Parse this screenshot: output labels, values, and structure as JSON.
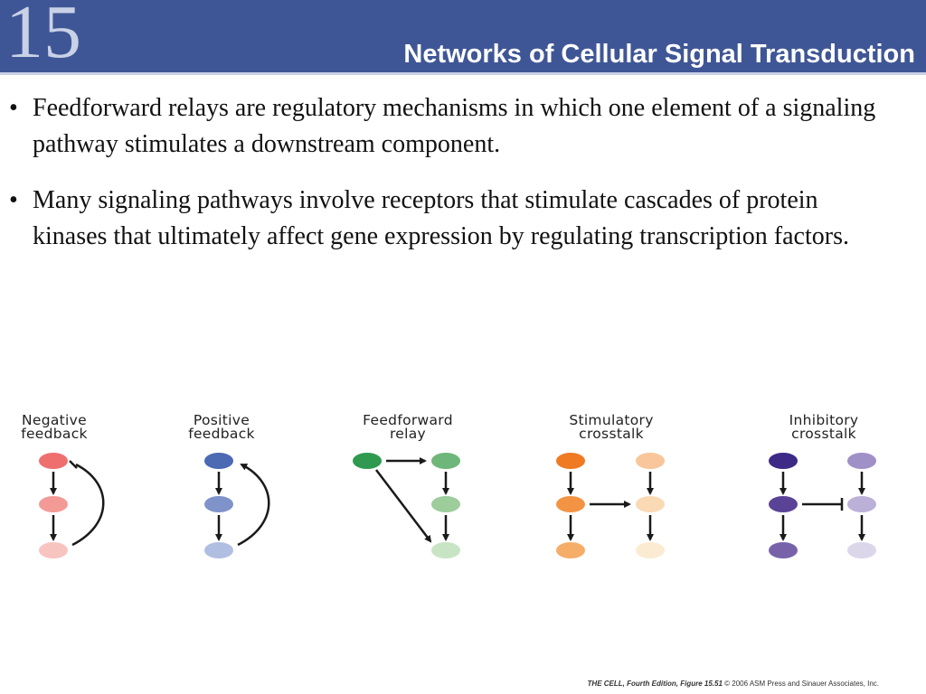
{
  "header": {
    "chapter_number": "15",
    "title": "Networks of Cellular Signal Transduction"
  },
  "bullets": [
    {
      "mark": "•",
      "text": "Feedforward relays are regulatory mechanisms in which one element of a signaling pathway stimulates a downstream component."
    },
    {
      "mark": "•",
      "text": "Many signaling pathways involve receptors that stimulate cascades of protein kinases that ultimately affect gene expression by regulating transcription factors."
    }
  ],
  "figure": {
    "panels": [
      {
        "label_line1": "Negative",
        "label_line2": "feedback",
        "colors": [
          "#ef6f6f",
          "#f39a96",
          "#f7c4bf"
        ]
      },
      {
        "label_line1": "Positive",
        "label_line2": "feedback",
        "colors": [
          "#4c69b3",
          "#7f93ca",
          "#b0bfe1"
        ]
      },
      {
        "label_line1": "Feedforward",
        "label_line2": "relay",
        "colors": [
          "#2f9a4f",
          "#6fb67a",
          "#9ccd9b",
          "#c7e5c4"
        ]
      },
      {
        "label_line1": "Stimulatory",
        "label_line2": "crosstalk",
        "colors": [
          "#f07a22",
          "#f39444",
          "#f6ad67",
          "#f9c69b",
          "#fad9b5",
          "#fcebd3"
        ]
      },
      {
        "label_line1": "Inhibitory",
        "label_line2": "crosstalk",
        "colors": [
          "#3c2a86",
          "#5a4297",
          "#7762aa",
          "#a090c8",
          "#bbb0d8",
          "#dcd6eb"
        ]
      }
    ]
  },
  "credit": {
    "book_title": "THE CELL, Fourth Edition,",
    "figure_ref": "Figure 15.51",
    "copyright": "© 2006 ASM Press and Sinauer Associates, Inc."
  },
  "colors": {
    "header_background": "#3f5696",
    "arrow": "#1a1a1a"
  }
}
